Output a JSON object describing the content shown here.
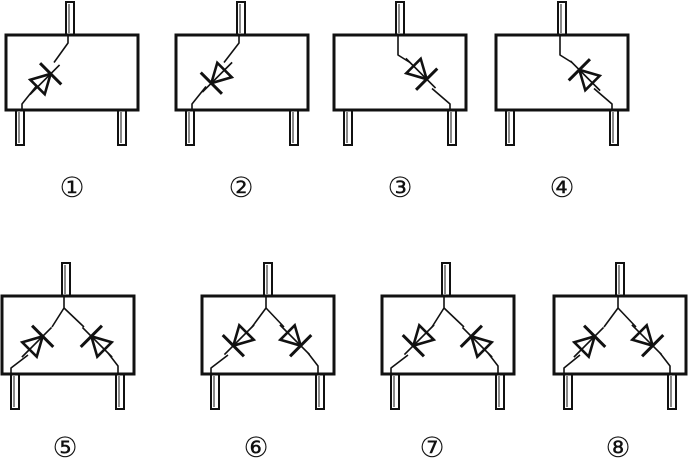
{
  "packages": [
    {
      "label": "①",
      "layout": "single",
      "diodes": [
        {
          "orient": "cathode-upper-right",
          "in": "bottom-left-lead",
          "out": "top-lead"
        }
      ]
    },
    {
      "label": "②",
      "layout": "single",
      "diodes": [
        {
          "orient": "cathode-lower-left",
          "in": "bottom-left-lead",
          "out": "top-lead"
        }
      ]
    },
    {
      "label": "③",
      "layout": "single",
      "diodes": [
        {
          "orient": "cathode-lower-right",
          "in": "top-lead",
          "out": "bottom-right-lead"
        }
      ]
    },
    {
      "label": "④",
      "layout": "single",
      "diodes": [
        {
          "orient": "cathode-upper-left",
          "in": "top-lead",
          "out": "bottom-right-lead"
        }
      ]
    },
    {
      "label": "⑤",
      "layout": "dual",
      "diodes": [
        {
          "orient": "cathode-upper-right"
        },
        {
          "orient": "cathode-upper-left"
        }
      ]
    },
    {
      "label": "⑥",
      "layout": "dual",
      "diodes": [
        {
          "orient": "cathode-lower-left"
        },
        {
          "orient": "cathode-lower-right"
        }
      ]
    },
    {
      "label": "⑦",
      "layout": "dual",
      "diodes": [
        {
          "orient": "cathode-lower-left"
        },
        {
          "orient": "cathode-upper-left"
        }
      ]
    },
    {
      "label": "⑧",
      "layout": "dual",
      "diodes": [
        {
          "orient": "cathode-upper-right"
        },
        {
          "orient": "cathode-lower-right"
        }
      ]
    }
  ]
}
